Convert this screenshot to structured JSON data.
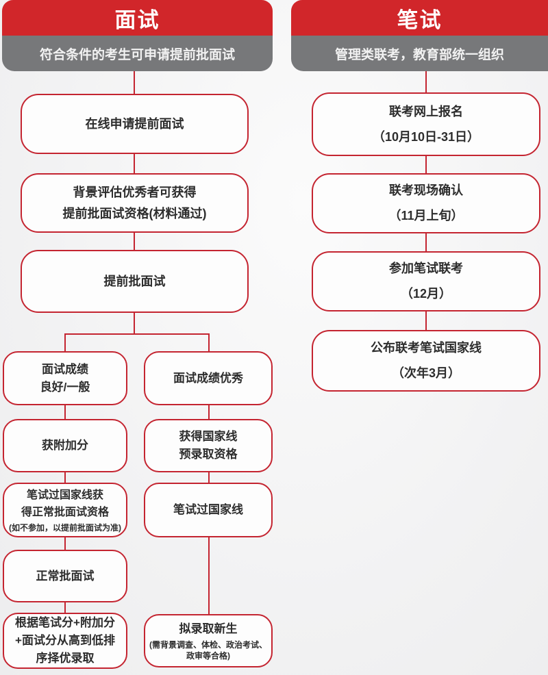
{
  "colors": {
    "accent_red": "#d1262a",
    "header_gray": "#77787a",
    "box_border_red": "#c42430",
    "box_fill": "#fdfdfd"
  },
  "interview": {
    "title": "面试",
    "subtitle": "符合条件的考生可申请提前批面试",
    "steps": [
      {
        "text": "在线申请提前面试"
      },
      {
        "text": "背景评估优秀者可获得\n提前批面试资格(材料通过)"
      },
      {
        "text": "提前批面试"
      }
    ],
    "branch_left": [
      {
        "text": "面试成绩\n良好/一般"
      },
      {
        "text": "获附加分"
      },
      {
        "text": "笔试过国家线获\n得正常批面试资格",
        "note": "(如不参加，以提前批面试为准)"
      },
      {
        "text": "正常批面试"
      },
      {
        "text": "根据笔试分+附加分\n+面试分从高到低排\n序择优录取"
      }
    ],
    "branch_right": [
      {
        "text": "面试成绩优秀"
      },
      {
        "text": "获得国家线\n预录取资格"
      },
      {
        "text": "笔试过国家线"
      },
      {
        "text": "拟录取新生",
        "note": "(需背景调查、体检、政治考试、\n政审等合格)"
      }
    ]
  },
  "written": {
    "title": "笔试",
    "subtitle": "管理类联考，教育部统一组织",
    "steps": [
      {
        "text": "联考网上报名\n（10月10日-31日）"
      },
      {
        "text": "联考现场确认\n（11月上旬）"
      },
      {
        "text": "参加笔试联考\n（12月）"
      },
      {
        "text": "公布联考笔试国家线\n（次年3月）"
      }
    ]
  }
}
